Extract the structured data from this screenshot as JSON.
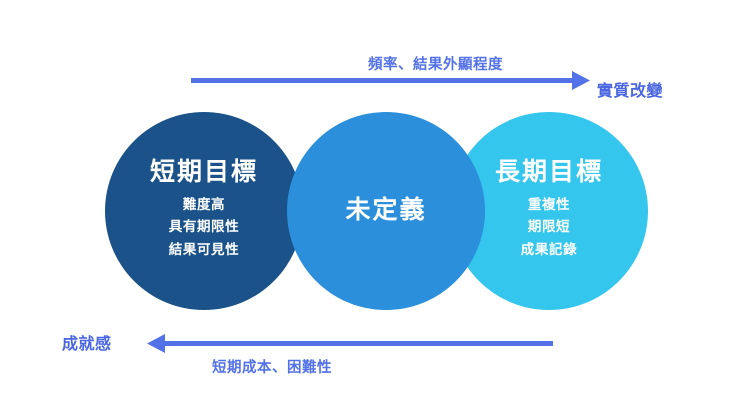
{
  "diagram": {
    "top_arrow": {
      "caption": "頻率、結果外顯程度",
      "end_label": "實質改變",
      "direction": "right",
      "color": "#5472E8"
    },
    "bottom_arrow": {
      "caption": "短期成本、困難性",
      "end_label": "成就感",
      "direction": "left",
      "color": "#5472E8"
    },
    "circles": [
      {
        "title": "短期目標",
        "color": "#1A5289",
        "items": [
          "難度高",
          "具有期限性",
          "結果可見性"
        ]
      },
      {
        "title": "未定義",
        "color": "#2B8FDB",
        "items": []
      },
      {
        "title": "長期目標",
        "color": "#35C6ED",
        "items": [
          "重複性",
          "期限短",
          "成果記錄"
        ]
      }
    ]
  }
}
